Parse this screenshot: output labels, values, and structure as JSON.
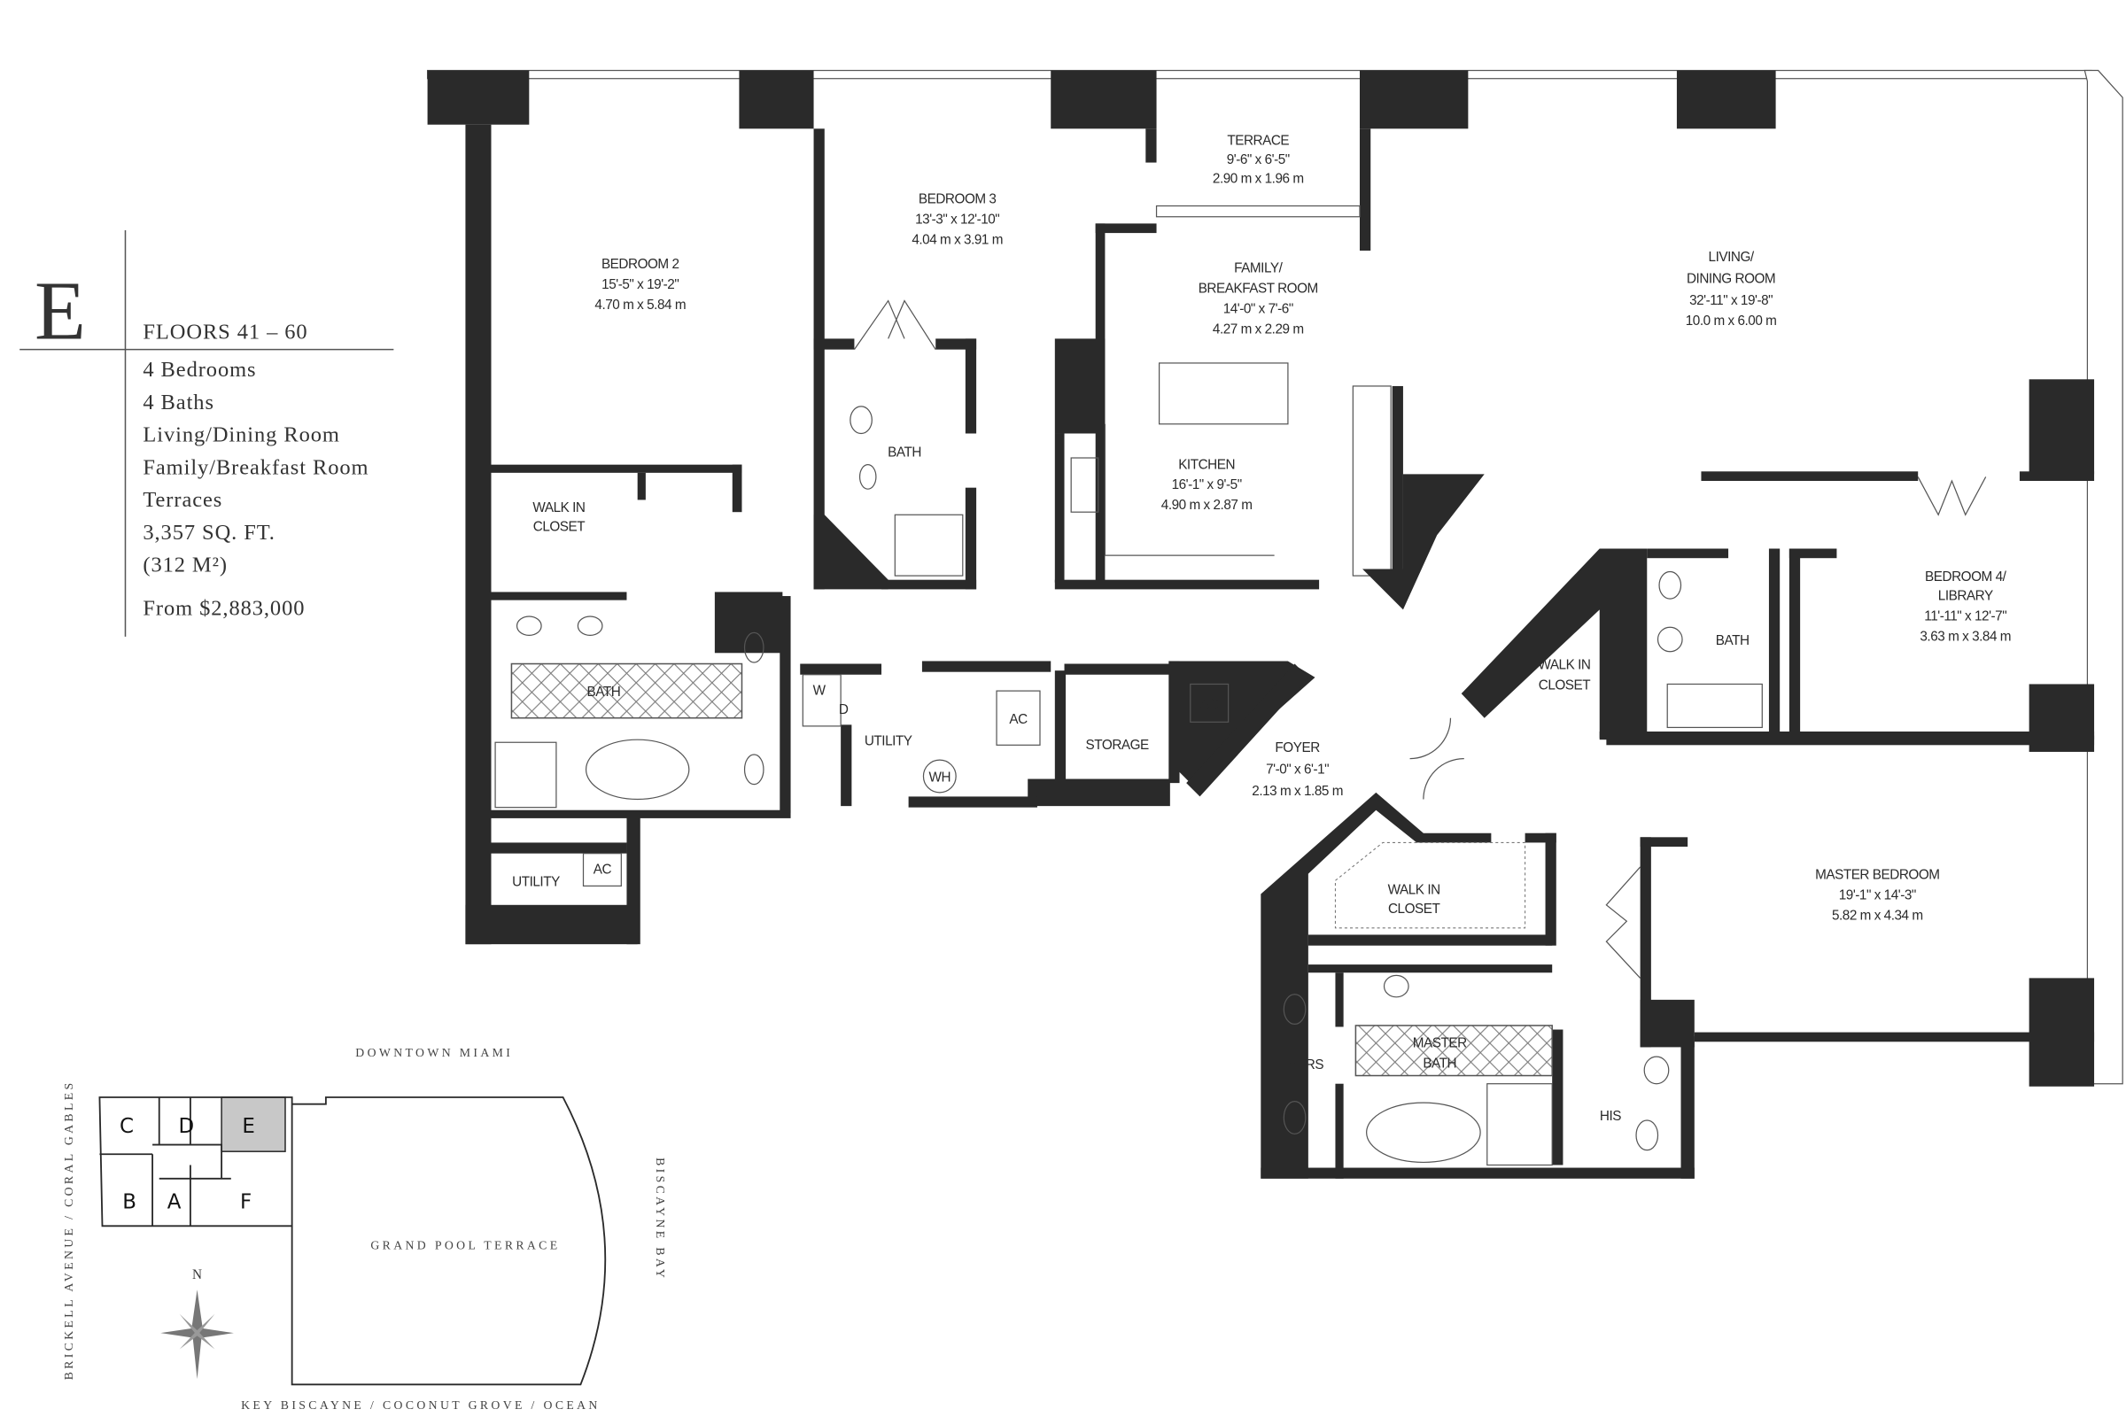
{
  "info": {
    "unit_letter": "E",
    "floors": "FLOORS 41 – 60",
    "features": [
      "4 Bedrooms",
      "4 Baths",
      "Living/Dining Room",
      "Family/Breakfast Room",
      "Terraces",
      "3,357 SQ. FT.",
      "(312 M²)"
    ],
    "price": "From $2,883,000"
  },
  "rooms": {
    "terrace": {
      "name": "TERRACE",
      "ft": "9'-6\" x 6'-5\"",
      "m": "2.90 m x 1.96 m"
    },
    "bedroom3": {
      "name": "BEDROOM 3",
      "ft": "13'-3\" x 12'-10\"",
      "m": "4.04 m x 3.91 m"
    },
    "bedroom2": {
      "name": "BEDROOM 2",
      "ft": "15'-5\" x 19'-2\"",
      "m": "4.70 m x 5.84 m"
    },
    "family": {
      "name1": "FAMILY/",
      "name2": "BREAKFAST ROOM",
      "ft": "14'-0\" x 7'-6\"",
      "m": "4.27 m x 2.29 m"
    },
    "living": {
      "name1": "LIVING/",
      "name2": "DINING ROOM",
      "ft": "32'-11\" x 19'-8\"",
      "m": "10.0 m x 6.00 m"
    },
    "kitchen": {
      "name": "KITCHEN",
      "ft": "16'-1\" x 9'-5\"",
      "m": "4.90 m x 2.87 m"
    },
    "foyer": {
      "name": "FOYER",
      "ft": "7'-0\" x 6'-1\"",
      "m": "2.13 m x 1.85 m"
    },
    "bedroom4": {
      "name1": "BEDROOM 4/",
      "name2": "LIBRARY",
      "ft": "11'-11\" x 12'-7\"",
      "m": "3.63 m x 3.84 m"
    },
    "master_bedroom": {
      "name": "MASTER BEDROOM",
      "ft": "19'-1\" x 14'-3\"",
      "m": "5.82 m x 4.34 m"
    }
  },
  "labels": {
    "bath3": "BATH",
    "walkin2": [
      "WALK IN",
      "CLOSET"
    ],
    "bath2": "BATH",
    "wd": [
      "W",
      "D"
    ],
    "utility": "UTILITY",
    "ac1": "AC",
    "wh": "WH",
    "storage": "STORAGE",
    "ac2": "AC",
    "utility2": "UTILITY",
    "ac3": "AC",
    "walkin4": [
      "WALK IN",
      "CLOSET"
    ],
    "bath4": "BATH",
    "walkin_master": [
      "WALK IN",
      "CLOSET"
    ],
    "hers": "HERS",
    "master_bath": [
      "MASTER",
      "BATH"
    ],
    "his": "HIS"
  },
  "keyplan": {
    "north": "DOWNTOWN MIAMI",
    "east": "BISCAYNE BAY",
    "south": "KEY BISCAYNE / COCONUT GROVE / OCEAN",
    "west": "BRICKELL AVENUE / CORAL GABLES",
    "terrace": "GRAND POOL TERRACE",
    "compass_n": "N",
    "units": [
      "C",
      "D",
      "E",
      "B",
      "A",
      "F"
    ],
    "highlighted_unit": "E",
    "highlight_color": "#c8c8c8"
  }
}
